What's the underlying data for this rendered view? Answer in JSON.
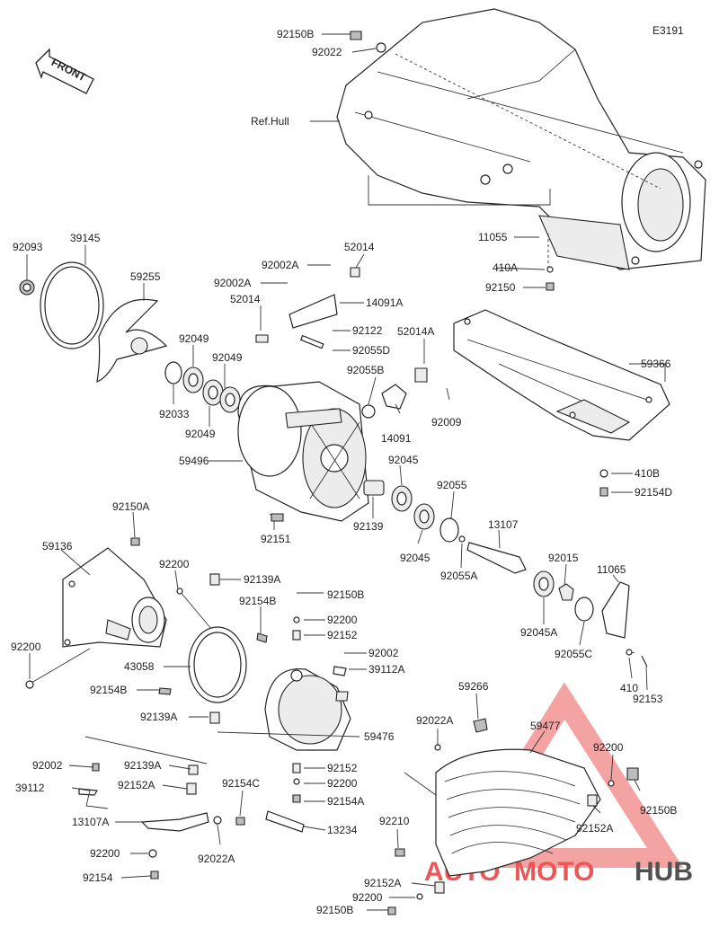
{
  "diagram": {
    "code": "E3191",
    "front_label": "FRONT",
    "hull_label": "Ref.Hull",
    "watermark": {
      "auto": "AUTO",
      "moto": "MOTO",
      "hub": "HUB",
      "accent_color": "#e83a3a",
      "dark_color": "#333333"
    },
    "parts": {
      "p92150B_top": "92150B",
      "p92022_top": "92022",
      "p11055": "11055",
      "p410A": "410A",
      "p92150_mid": "92150",
      "p59366": "59366",
      "p410B": "410B",
      "p92154D": "92154D",
      "p92093": "92093",
      "p39145": "39145",
      "p59255": "59255",
      "p92049_a": "92049",
      "p92049_b": "92049",
      "p92049_c": "92049",
      "p92033": "92033",
      "p92002A_a": "92002A",
      "p92002A_b": "92002A",
      "p52014_a": "52014",
      "p52014_b": "52014",
      "p52014A": "52014A",
      "p14091A": "14091A",
      "p92122": "92122",
      "p92055D": "92055D",
      "p92055B": "92055B",
      "p14091": "14091",
      "p92009": "92009",
      "p59496": "59496",
      "p92045_a": "92045",
      "p92045_b": "92045",
      "p92055": "92055",
      "p92139": "92139",
      "p92151": "92151",
      "p13107": "13107",
      "p92015": "92015",
      "p11065": "11065",
      "p92055A": "92055A",
      "p92045A": "92045A",
      "p92055C": "92055C",
      "p410": "410",
      "p92153": "92153",
      "p92150A": "92150A",
      "p59136": "59136",
      "p92200_a": "92200",
      "p92200_b": "92200",
      "p92139A_a": "92139A",
      "p92150B_mid": "92150B",
      "p92154B_a": "92154B",
      "p92200_c": "92200",
      "p92152_a": "92152",
      "p43058": "43058",
      "p92002_a": "92002",
      "p39112A": "39112A",
      "p92154B_b": "92154B",
      "p92139A_b": "92139A",
      "p59476": "59476",
      "p59266": "59266",
      "p92022A_a": "92022A",
      "p59477": "59477",
      "p92200_d": "92200",
      "p92002_b": "92002",
      "p92139A_c": "92139A",
      "p92152_b": "92152",
      "p39112": "39112",
      "p92152A_a": "92152A",
      "p92200_e": "92200",
      "p92154C": "92154C",
      "p92154A": "92154A",
      "p13107A": "13107A",
      "p13234": "13234",
      "p92210": "92210",
      "p92150B_r": "92150B",
      "p92152A_b": "92152A",
      "p92200_f": "92200",
      "p92022A_b": "92022A",
      "p92154": "92154",
      "p92152A_c": "92152A",
      "p92200_g": "92200",
      "p92150B_bot": "92150B"
    }
  }
}
